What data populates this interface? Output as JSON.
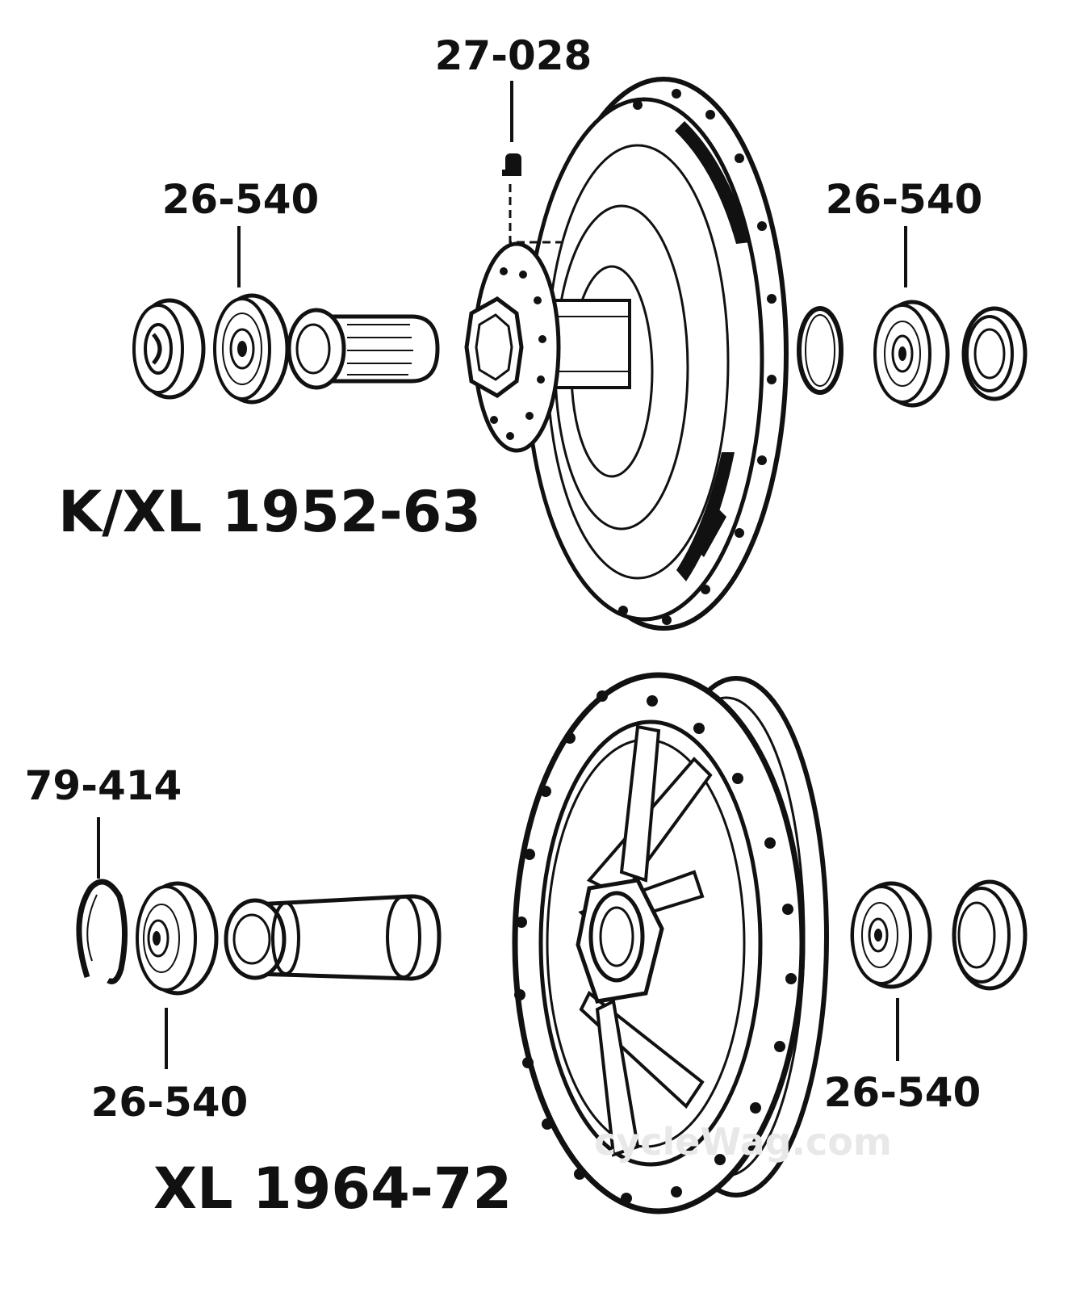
{
  "top_assembly": {
    "title": "K/XL 1952-63",
    "labels": {
      "grease_fitting": "27-028",
      "bearing_left": "26-540",
      "bearing_right": "26-540"
    }
  },
  "bottom_assembly": {
    "title": "XL 1964-72",
    "labels": {
      "retaining_ring": "79-414",
      "bearing_left": "26-540",
      "bearing_right": "26-540"
    }
  },
  "watermark": "cycleWag.com"
}
